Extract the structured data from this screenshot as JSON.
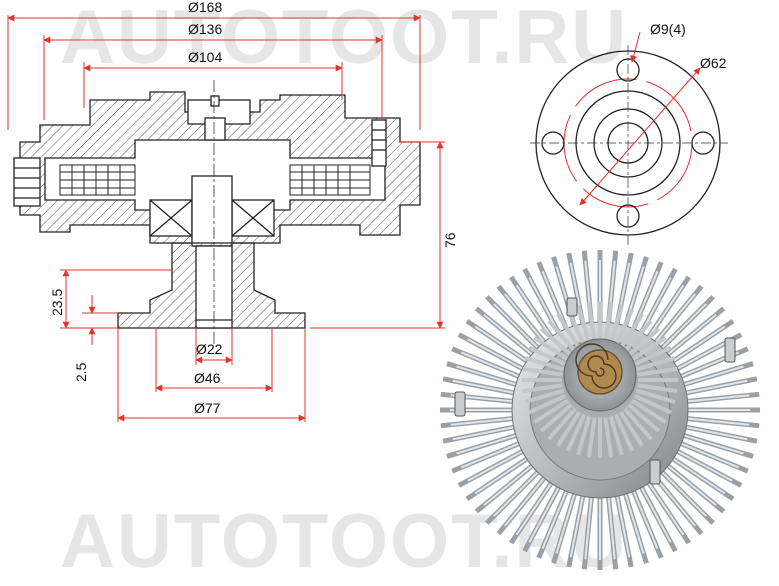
{
  "watermark": {
    "text": "AUTOTOOT.RU"
  },
  "section_view": {
    "dim_outer": "Ø168",
    "dim_mid": "Ø136",
    "dim_inner": "Ø104",
    "dim_height": "76",
    "dim_step": "23.5",
    "dim_flange": "2.5",
    "dim_bore": "Ø22",
    "dim_pilot": "Ø46",
    "dim_base": "Ø77"
  },
  "front_view": {
    "dim_holes": "Ø9(4)",
    "dim_pcd": "Ø62"
  },
  "colors": {
    "dimension": "#e0352b",
    "line": "#222222",
    "hatch": "#444444"
  }
}
